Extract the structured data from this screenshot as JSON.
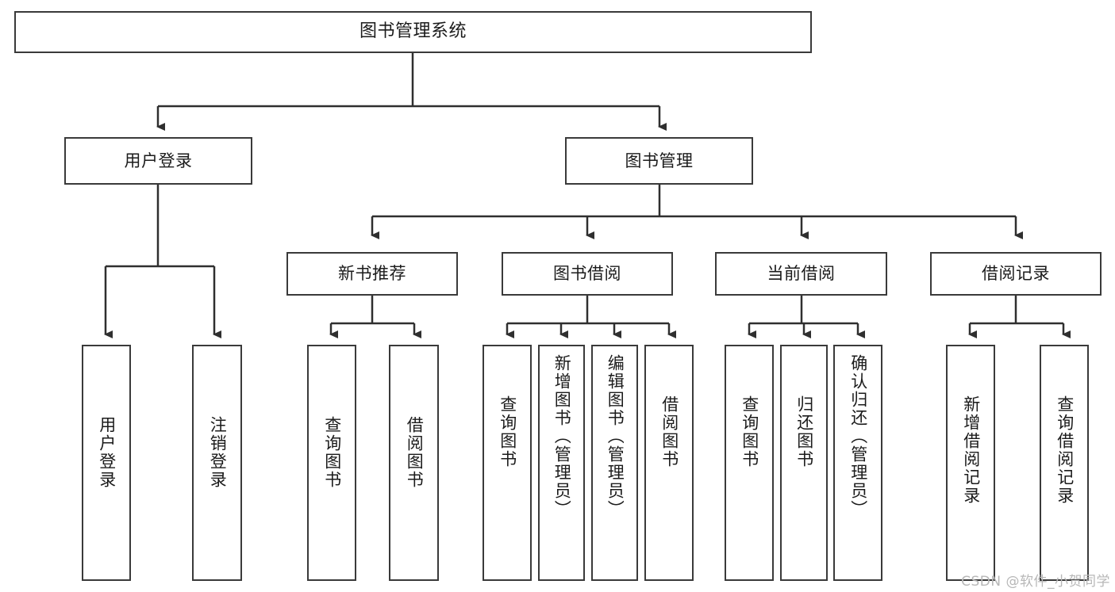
{
  "diagram": {
    "title": "图书管理系统",
    "type": "hierarchy-tree",
    "root": {
      "label": "图书管理系统"
    },
    "level1": [
      {
        "id": "user-login",
        "label": "用户登录"
      },
      {
        "id": "book-management",
        "label": "图书管理"
      }
    ],
    "level2": [
      {
        "id": "new-book-recommend",
        "label": "新书推荐",
        "parent": "book-management"
      },
      {
        "id": "book-borrow",
        "label": "图书借阅",
        "parent": "book-management"
      },
      {
        "id": "current-borrow",
        "label": "当前借阅",
        "parent": "book-management"
      },
      {
        "id": "borrow-record",
        "label": "借阅记录",
        "parent": "book-management"
      }
    ],
    "leaves": {
      "user-login": [
        {
          "id": "leaf-user-login",
          "label": "用户登录"
        },
        {
          "id": "leaf-user-logout",
          "label": "注销登录"
        }
      ],
      "new-book-recommend": [
        {
          "id": "leaf-query-book-1",
          "label": "查询图书"
        },
        {
          "id": "leaf-borrow-book-1",
          "label": "借阅图书"
        }
      ],
      "book-borrow": [
        {
          "id": "leaf-query-book-2",
          "label": "查询图书"
        },
        {
          "id": "leaf-add-book",
          "label": "新增图书（管理员）"
        },
        {
          "id": "leaf-edit-book",
          "label": "编辑图书（管理员）"
        },
        {
          "id": "leaf-borrow-book-2",
          "label": "借阅图书"
        }
      ],
      "current-borrow": [
        {
          "id": "leaf-query-book-3",
          "label": "查询图书"
        },
        {
          "id": "leaf-return-book",
          "label": "归还图书"
        },
        {
          "id": "leaf-confirm-return",
          "label": "确认归还（管理员）"
        }
      ],
      "borrow-record": [
        {
          "id": "leaf-add-record",
          "label": "新增借阅记录"
        },
        {
          "id": "leaf-query-record",
          "label": "查询借阅记录"
        }
      ]
    }
  },
  "watermark": {
    "text": "CSDN @软件_小贺同学"
  },
  "colors": {
    "border": "#3a3a3a",
    "background": "#ffffff",
    "text": "#1b1b1b",
    "watermark": "#b7b7b7"
  }
}
